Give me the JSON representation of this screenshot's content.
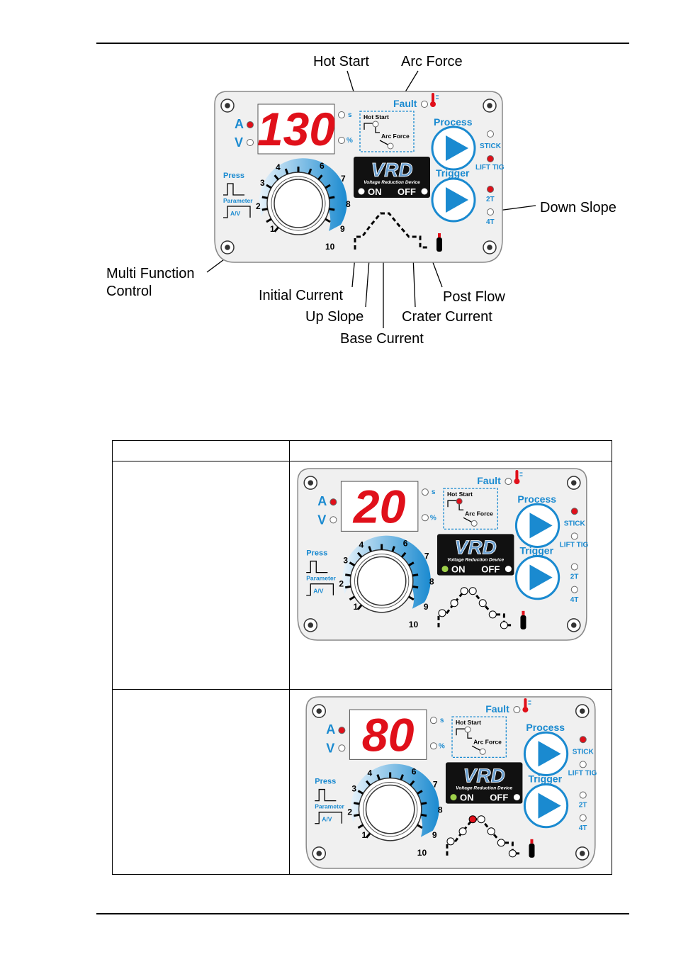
{
  "callouts": {
    "hot_start": "Hot Start",
    "arc_force": "Arc Force",
    "down_slope": "Down Slope",
    "multi_function_1": "Multi Function",
    "multi_function_2": "Control",
    "initial_current": "Initial Current",
    "up_slope": "Up Slope",
    "base_current": "Base Current",
    "crater_current": "Crater Current",
    "post_flow": "Post Flow"
  },
  "panel_labels": {
    "fault": "Fault",
    "process": "Process",
    "trigger": "Trigger",
    "stick": "STICK",
    "lift_tig": "LIFT TIG",
    "mode_2t": "2T",
    "mode_4t": "4T",
    "unit_a": "A",
    "unit_v": "V",
    "unit_s": "s",
    "unit_pct": "%",
    "hot_start": "Hot Start",
    "arc_force": "Arc Force",
    "vrd_logo": "VRD",
    "vrd_sub": "Voltage Reduction Device",
    "vrd_on": "ON",
    "vrd_off": "OFF",
    "press": "Press",
    "parameter": "Parameter",
    "av": "A/V",
    "dial": [
      "1",
      "2",
      "3",
      "4",
      "6",
      "7",
      "8",
      "9",
      "10"
    ]
  },
  "panels": [
    {
      "display": "130"
    },
    {
      "display": "20"
    },
    {
      "display": "80"
    }
  ],
  "colors": {
    "blue": "#1a8ad0",
    "red": "#e0101a",
    "green": "#9ed04a"
  }
}
